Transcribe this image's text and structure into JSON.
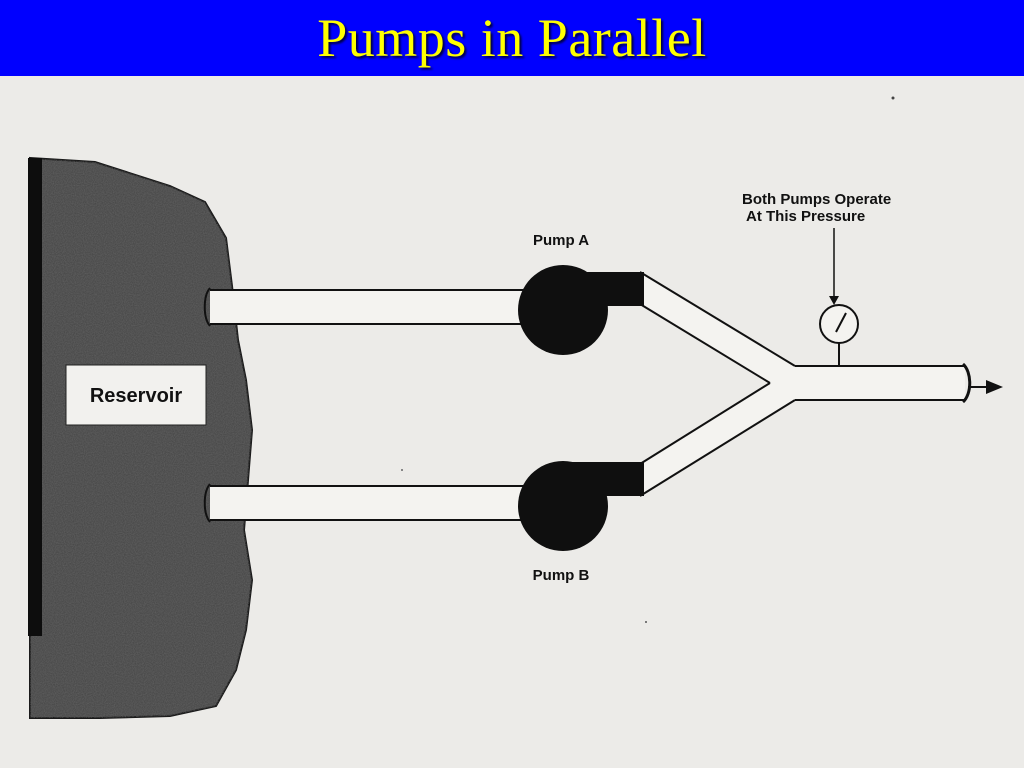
{
  "slide": {
    "title": "Pumps in Parallel"
  },
  "diagram": {
    "reservoir_label": "Reservoir",
    "pump_a_label": "Pump A",
    "pump_b_label": "Pump B",
    "gauge_note_line1": "Both Pumps Operate",
    "gauge_note_line2": "At This Pressure"
  },
  "colors": {
    "header_bg": "#0000ff",
    "title_text": "#ffff00",
    "paper": "#ecebe8",
    "ink": "#111111"
  },
  "icons": {
    "gauge": "pressure-gauge-icon",
    "flow_arrow": "arrow-right-icon"
  }
}
